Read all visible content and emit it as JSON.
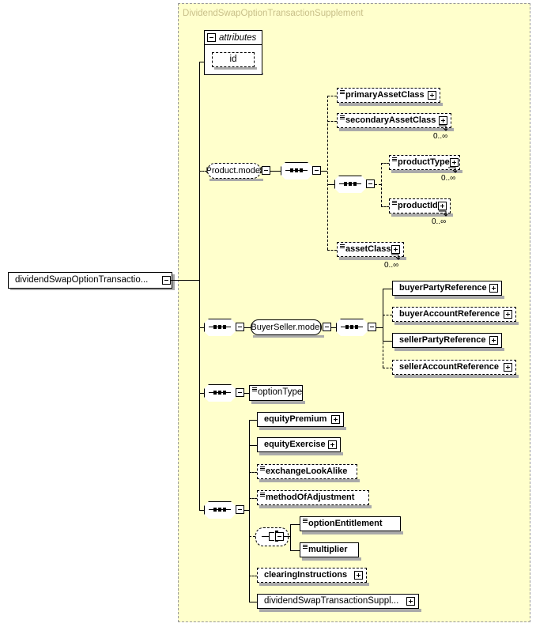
{
  "diagram": {
    "type": "xml-schema-tree",
    "root": {
      "label": "dividendSwapOptionTransactio...",
      "toggle": "minus",
      "required": true
    },
    "container": {
      "title": "DividendSwapOptionTransactionSupplement"
    },
    "attributes": {
      "group_label": "attributes",
      "toggle": "minus",
      "items": [
        {
          "label": "id",
          "required": false
        }
      ]
    },
    "nodes": [
      {
        "label": "primaryAssetClass",
        "required": false,
        "expand": "plus",
        "occurs": ""
      },
      {
        "label": "secondaryAssetClass",
        "required": false,
        "expand": "plus",
        "occurs": "0..∞"
      },
      {
        "label": "productType",
        "required": false,
        "expand": "plus",
        "occurs": "0..∞"
      },
      {
        "label": "productId",
        "required": false,
        "expand": "plus",
        "occurs": "0..∞"
      },
      {
        "label": "assetClass",
        "required": false,
        "expand": "plus",
        "occurs": "0..∞"
      },
      {
        "label": "Product.model",
        "required": false,
        "expand": "minus",
        "occurs": ""
      },
      {
        "label": "buyerPartyReference",
        "required": true,
        "expand": "plus",
        "occurs": ""
      },
      {
        "label": "buyerAccountReference",
        "required": false,
        "expand": "plus",
        "occurs": ""
      },
      {
        "label": "sellerPartyReference",
        "required": true,
        "expand": "plus",
        "occurs": ""
      },
      {
        "label": "sellerAccountReference",
        "required": false,
        "expand": "plus",
        "occurs": ""
      },
      {
        "label": "BuyerSeller.model",
        "required": true,
        "expand": "minus",
        "occurs": ""
      },
      {
        "label": "optionType",
        "required": true,
        "expand": "none",
        "occurs": ""
      },
      {
        "label": "equityPremium",
        "required": true,
        "expand": "plus",
        "occurs": ""
      },
      {
        "label": "equityExercise",
        "required": true,
        "expand": "plus",
        "occurs": ""
      },
      {
        "label": "exchangeLookAlike",
        "required": false,
        "expand": "none",
        "occurs": ""
      },
      {
        "label": "methodOfAdjustment",
        "required": false,
        "expand": "none",
        "occurs": ""
      },
      {
        "label": "optionEntitlement",
        "required": true,
        "expand": "none",
        "occurs": ""
      },
      {
        "label": "multiplier",
        "required": true,
        "expand": "none",
        "occurs": ""
      },
      {
        "label": "clearingInstructions",
        "required": false,
        "expand": "plus",
        "occurs": ""
      },
      {
        "label": "dividendSwapTransactionSuppl...",
        "required": true,
        "expand": "plus",
        "occurs": ""
      }
    ],
    "compositors": [
      {
        "kind": "sequence",
        "required": true,
        "toggle": "minus"
      },
      {
        "kind": "sequence",
        "required": true,
        "toggle": "minus"
      },
      {
        "kind": "sequence",
        "required": true,
        "toggle": "minus"
      },
      {
        "kind": "sequence",
        "required": true,
        "toggle": "minus"
      },
      {
        "kind": "sequence",
        "required": true,
        "toggle": "minus"
      },
      {
        "kind": "sequence",
        "required": true,
        "toggle": "minus"
      },
      {
        "kind": "choice",
        "required": false,
        "toggle": "minus"
      }
    ],
    "colors": {
      "panel_background": "#FFFFCC",
      "panel_border": "#999999",
      "title_text": "#C9C08A",
      "node_background": "#FFFFFF",
      "node_border": "#000000",
      "shadow": "#AAAAAA",
      "page_background": "#FFFFFF"
    }
  }
}
